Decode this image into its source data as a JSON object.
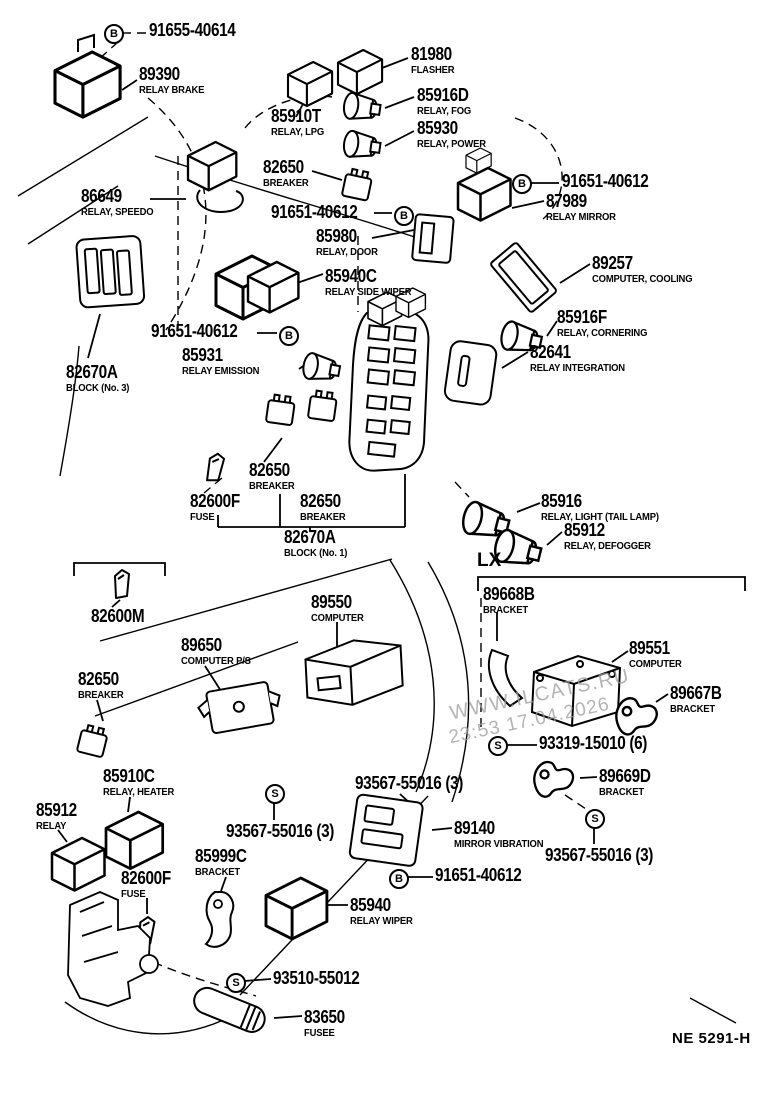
{
  "drawing_code": "NE 5291-H",
  "section_label": "LX",
  "watermark": {
    "line1": "WWW.ILCATS.RU",
    "line2": "23:53 17.04.2026"
  },
  "symbols": {
    "b": "B",
    "s": "S"
  },
  "colors": {
    "ink": "#000000",
    "paper": "#ffffff",
    "watermark": "#9b9b9b"
  },
  "labels": [
    {
      "id": "screw-91655-40614",
      "part": "91655-40614",
      "desc": ""
    },
    {
      "id": "relay-brake",
      "part": "89390",
      "desc": "RELAY  BRAKE"
    },
    {
      "id": "flasher",
      "part": "81980",
      "desc": "FLASHER"
    },
    {
      "id": "relay-fog",
      "part": "85916D",
      "desc": "RELAY, FOG"
    },
    {
      "id": "relay-lpg",
      "part": "85910T",
      "desc": "RELAY, LPG"
    },
    {
      "id": "relay-power",
      "part": "85930",
      "desc": "RELAY, POWER"
    },
    {
      "id": "breaker-top",
      "part": "82650",
      "desc": "BREAKER"
    },
    {
      "id": "relay-speedo",
      "part": "86649",
      "desc": "RELAY, SPEEDO"
    },
    {
      "id": "screw-91651-top-right",
      "part": "91651-40612",
      "desc": ""
    },
    {
      "id": "relay-mirror",
      "part": "87989",
      "desc": "RELAY MIRROR"
    },
    {
      "id": "screw-91651-mid",
      "part": "91651-40612",
      "desc": ""
    },
    {
      "id": "relay-door",
      "part": "85980",
      "desc": "RELAY, DOOR"
    },
    {
      "id": "relay-side-wiper",
      "part": "85940C",
      "desc": "RELAY SIDE WIPER"
    },
    {
      "id": "computer-cooling",
      "part": "89257",
      "desc": "COMPUTER, COOLING"
    },
    {
      "id": "relay-cornering",
      "part": "85916F",
      "desc": "RELAY, CORNERING"
    },
    {
      "id": "relay-integration",
      "part": "82641",
      "desc": "RELAY INTEGRATION"
    },
    {
      "id": "screw-91651-left",
      "part": "91651-40612",
      "desc": ""
    },
    {
      "id": "relay-emission",
      "part": "85931",
      "desc": "RELAY EMISSION"
    },
    {
      "id": "block-no3",
      "part": "82670A",
      "desc": "BLOCK (No. 3)"
    },
    {
      "id": "breaker-mid-1",
      "part": "82650",
      "desc": "BREAKER"
    },
    {
      "id": "fuse-mid",
      "part": "82600F",
      "desc": "FUSE"
    },
    {
      "id": "breaker-mid-2",
      "part": "82650",
      "desc": "BREAKER"
    },
    {
      "id": "block-no1",
      "part": "82670A",
      "desc": "BLOCK (No. 1)"
    },
    {
      "id": "relay-tail-lamp",
      "part": "85916",
      "desc": "RELAY, LIGHT (TAIL LAMP)"
    },
    {
      "id": "relay-defogger",
      "part": "85912",
      "desc": "RELAY, DEFOGGER"
    },
    {
      "id": "bracket-89668b",
      "part": "89668B",
      "desc": "BRACKET"
    },
    {
      "id": "computer-89551",
      "part": "89551",
      "desc": "COMPUTER"
    },
    {
      "id": "bracket-89667b",
      "part": "89667B",
      "desc": "BRACKET"
    },
    {
      "id": "screw-93319",
      "part": "93319-15010 (6)",
      "desc": ""
    },
    {
      "id": "bracket-89669d",
      "part": "89669D",
      "desc": "BRACKET"
    },
    {
      "id": "screw-93567-right",
      "part": "93567-55016 (3)",
      "desc": ""
    },
    {
      "id": "screw-93567-mid",
      "part": "93567-55016 (3)",
      "desc": ""
    },
    {
      "id": "mirror-vibration",
      "part": "89140",
      "desc": "MIRROR VIBRATION"
    },
    {
      "id": "screw-91651-bottom",
      "part": "91651-40612",
      "desc": ""
    },
    {
      "id": "relay-wiper",
      "part": "85940",
      "desc": "RELAY WIPER"
    },
    {
      "id": "screw-93567-left",
      "part": "93567-55016 (3)",
      "desc": ""
    },
    {
      "id": "bracket-85999c",
      "part": "85999C",
      "desc": "BRACKET"
    },
    {
      "id": "relay-heater",
      "part": "85910C",
      "desc": "RELAY, HEATER"
    },
    {
      "id": "relay-85912",
      "part": "85912",
      "desc": "RELAY"
    },
    {
      "id": "fuse-bottom",
      "part": "82600F",
      "desc": "FUSE"
    },
    {
      "id": "screw-93510",
      "part": "93510-55012",
      "desc": ""
    },
    {
      "id": "fusee",
      "part": "83650",
      "desc": "FUSEE"
    },
    {
      "id": "fuse-82600m",
      "part": "82600M",
      "desc": ""
    },
    {
      "id": "computer-ps",
      "part": "89650",
      "desc": "COMPUTER P/S"
    },
    {
      "id": "computer-89550",
      "part": "89550",
      "desc": "COMPUTER"
    },
    {
      "id": "breaker-left",
      "part": "82650",
      "desc": "BREAKER"
    }
  ]
}
